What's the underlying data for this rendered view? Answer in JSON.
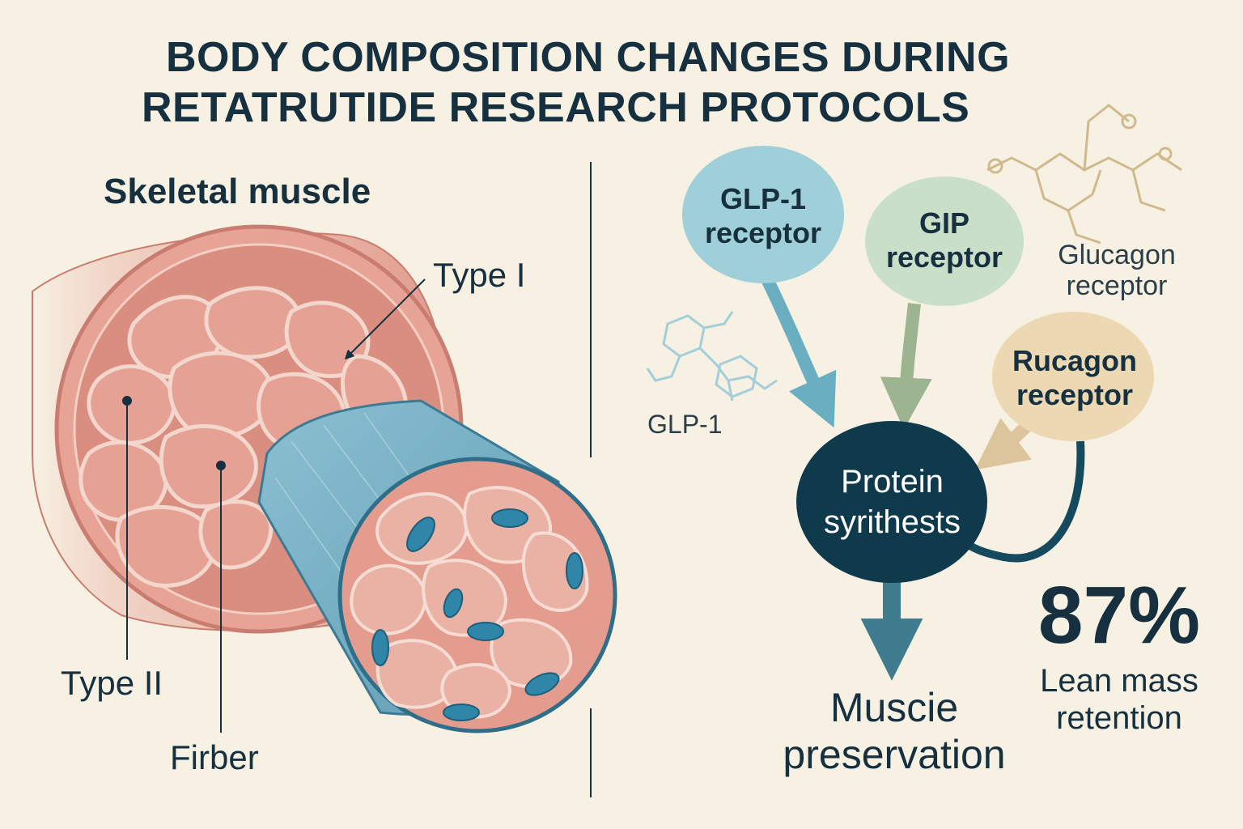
{
  "title": {
    "line1": "BODY COMPOSITION CHANGES DURING",
    "line2": "RETATRUTIDE RESEARCH PROTOCOLS"
  },
  "left_panel": {
    "section_label": "Skeletal muscle",
    "labels": {
      "type1": "Type I",
      "type2": "Type II",
      "fiber": "Firber"
    }
  },
  "right_panel": {
    "receptors": {
      "glp1": "GLP-1 receptor",
      "gip": "GIP receptor",
      "rucagon": "Rucagon receptor",
      "glucagon": "Glucagon receptor"
    },
    "molecule_label": "GLP-1",
    "center_node": "Protein syrithests",
    "outcome": "Muscie preservation",
    "stat": {
      "value": "87%",
      "label": "Lean mass retention"
    }
  },
  "colors": {
    "background": "#f7f1e3",
    "text_dark": "#16303f",
    "muscle_pink": "#e3998a",
    "muscle_blue": "#7fb3c8",
    "glp1_node": "#9fcfd8",
    "gip_node": "#c9dfc8",
    "rucagon_node": "#ecd9b4",
    "protein_node": "#0f3a4c",
    "arrow_blue": "#6aaec2",
    "arrow_green": "#9cb48f",
    "arrow_tan": "#dcc49c",
    "arrow_dark": "#3f7d8e"
  }
}
